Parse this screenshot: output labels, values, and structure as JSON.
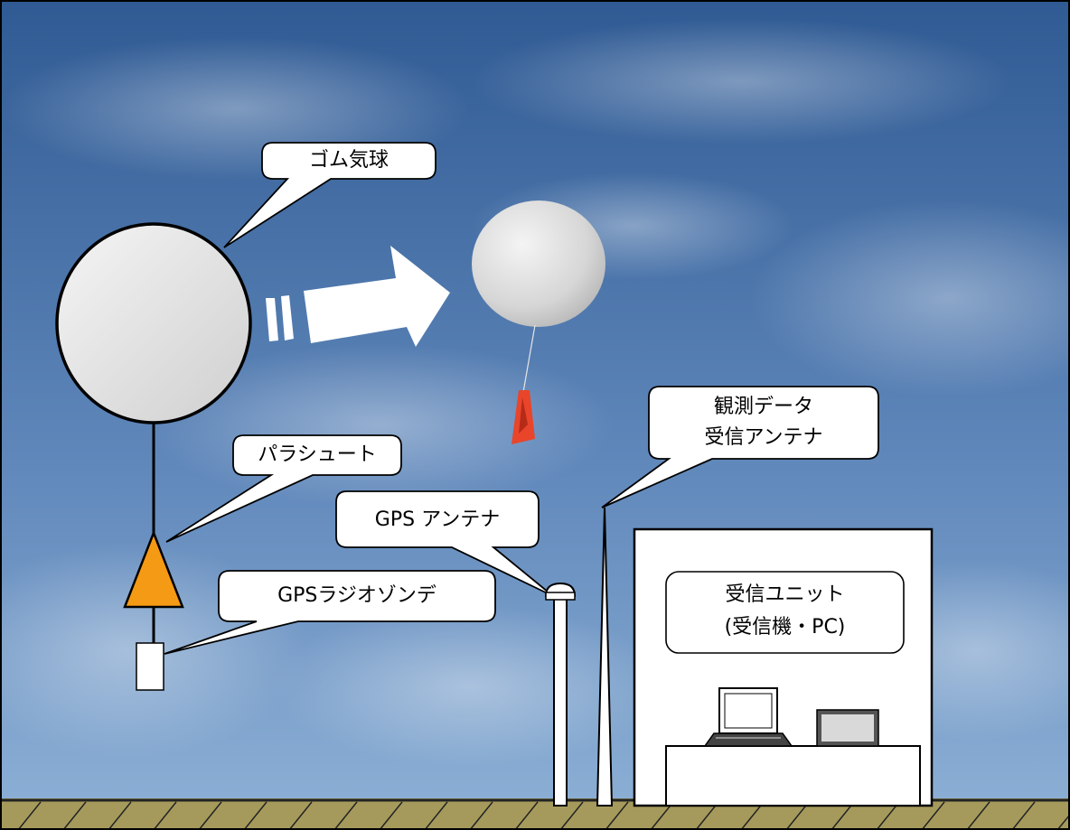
{
  "labels": {
    "balloon": "ゴム気球",
    "parachute": "パラシュート",
    "radiosonde": "GPSラジオゾンデ",
    "gps_antenna": "GPS アンテナ",
    "data_antenna_line1": "観測データ",
    "data_antenna_line2": "受信アンテナ",
    "receiver_line1": "受信ユニット",
    "receiver_line2": "(受信機・PC)"
  },
  "colors": {
    "sky_top": "#2f5a93",
    "sky_bottom": "#7fa6cf",
    "ground": "#a59a5c",
    "parachute": "#f59a14",
    "balloon_fill": "#e0e0e0",
    "payload": "#e8452a"
  },
  "icons": {
    "arrow": "arrow-right-icon",
    "laptop": "laptop-icon",
    "receiver": "receiver-device-icon"
  }
}
